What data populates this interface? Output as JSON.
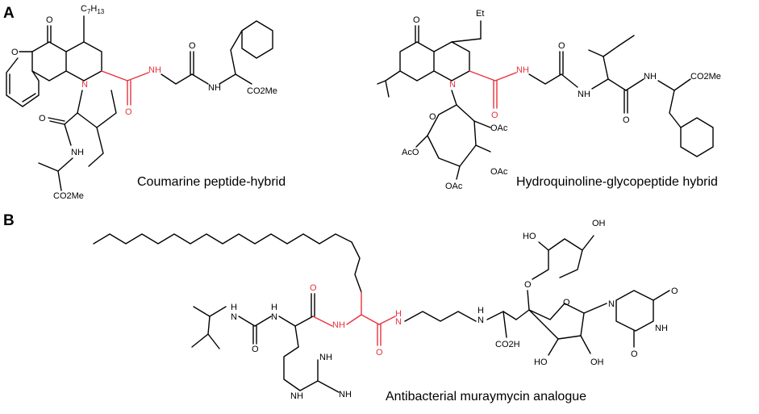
{
  "panels": {
    "a": {
      "label": "A"
    },
    "b": {
      "label": "B"
    }
  },
  "captions": {
    "coumarine": "Coumarine peptide-hybrid",
    "hydroquinoline": "Hydroquinoline-glycopeptide hybrid",
    "muraymycin": "Antibacterial muraymycin analogue"
  },
  "atoms": {
    "O": "O",
    "N": "N",
    "NH": "NH",
    "H": "H",
    "C7H13": "C7H13",
    "C": "C",
    "n7": "7",
    "H13": "H",
    "n13": "13",
    "Et": "Et",
    "OAc": "OAc",
    "AcO": "AcO",
    "CO2Me": "CO2Me",
    "CO2H": "CO2H",
    "HO": "HO",
    "OH": "OH",
    "NH2": "NH"
  },
  "colors": {
    "highlight": "#e8323c",
    "bond": "#000000"
  }
}
